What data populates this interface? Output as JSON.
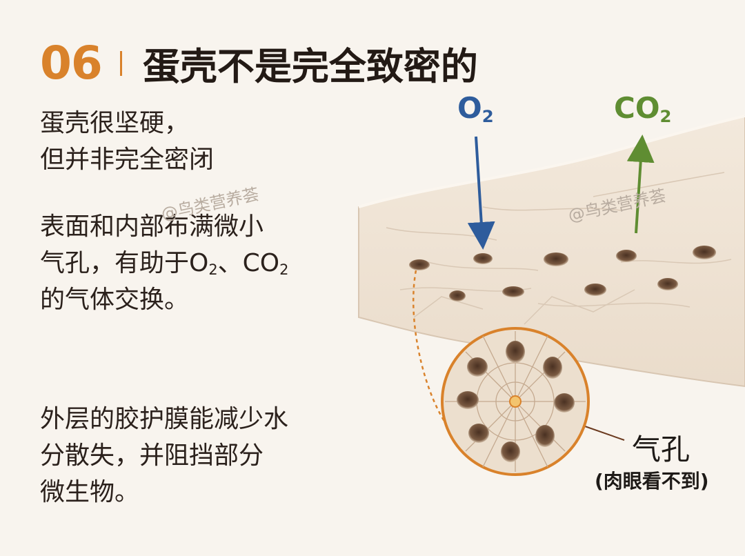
{
  "header": {
    "number": "06",
    "title": "蛋壳不是完全致密的"
  },
  "text_blocks": {
    "p1": [
      "蛋壳很坚硬，",
      "但并非完全密闭"
    ],
    "p2": {
      "l1": "表面和内部布满微小",
      "l2_a": "气孔，有助于O",
      "l2_sub1": "2",
      "l2_b": "、CO",
      "l2_sub2": "2",
      "l3": "的气体交换。"
    },
    "p3": [
      "外层的胶护膜能减少水",
      "分散失，并阻挡部分",
      "微生物。"
    ]
  },
  "diagram": {
    "o2": {
      "base": "O",
      "sub": "2"
    },
    "co2": {
      "base": "CO",
      "sub": "2"
    },
    "pore_label": "气孔",
    "pore_note": "(肉眼看不到)"
  },
  "watermarks": [
    "@鸟类营养荟",
    "@鸟类营养荟"
  ],
  "colors": {
    "accent": "#d9822b",
    "o2_arrow": "#2e5c9c",
    "co2_arrow": "#5f8d32",
    "shell": "#efe4d6",
    "pore": "#6b4a33"
  }
}
